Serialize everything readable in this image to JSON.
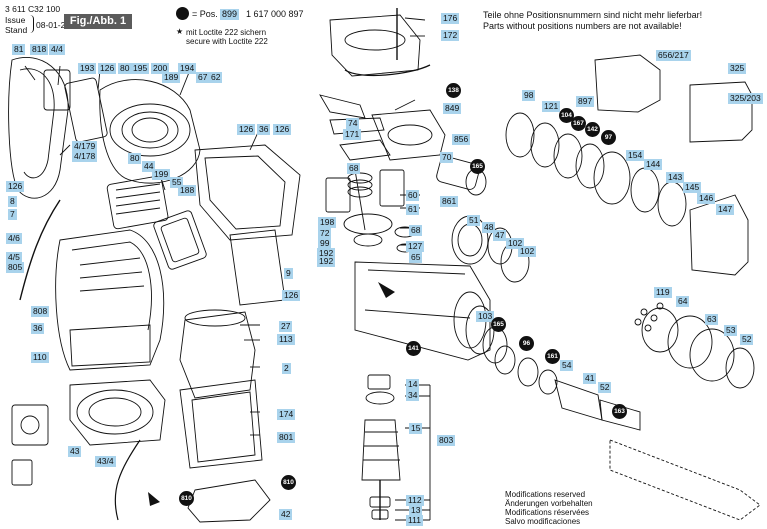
{
  "header": {
    "part_number": "3 611 C32 100",
    "issue_label": "Issue",
    "stand_label": "Stand",
    "issue_date": "08-01-24",
    "figure_label": "Fig./Abb. 1",
    "pos_label": "= Pos.",
    "pos_number": "899",
    "pos_code": "1 617 000 897",
    "loctite_de": "mit Loctite 222 sichern",
    "loctite_en": "secure with Loctite 222",
    "star": "★"
  },
  "notice": {
    "line1": "Teile ohne Positionsnummern sind nicht mehr lieferbar!",
    "line2": "Parts without positions numbers are not available!"
  },
  "footer": {
    "lines": [
      "Modifications reserved",
      "Änderungen vorbehalten",
      "Modifications réservées",
      "Salvo modificaciones"
    ]
  },
  "labels": [
    "81",
    "818",
    "4/4",
    "126",
    "80",
    "195",
    "200",
    "189",
    "194",
    "67",
    "62",
    "193",
    "4/179",
    "4/178",
    "126",
    "36",
    "126",
    "80",
    "44",
    "199",
    "55",
    "188",
    "126",
    "8",
    "7",
    "4/6",
    "4/5",
    "805",
    "9",
    "126",
    "808",
    "36",
    "110",
    "27",
    "113",
    "2",
    "174",
    "801",
    "43",
    "43/4",
    "42",
    "176",
    "172",
    "74",
    "171",
    "68",
    "60",
    "61",
    "861",
    "198",
    "72",
    "99",
    "192",
    "192",
    "68",
    "127",
    "65",
    "849",
    "856",
    "70",
    "98",
    "121",
    "897",
    "656/217",
    "325",
    "325/203",
    "154",
    "144",
    "143",
    "145",
    "146",
    "147",
    "51",
    "48",
    "47",
    "102",
    "102",
    "119",
    "64",
    "63",
    "53",
    "52",
    "103",
    "54",
    "41",
    "52",
    "14",
    "34",
    "15",
    "803",
    "112",
    "13",
    "111"
  ],
  "circles": [
    "138",
    "165",
    "104",
    "167",
    "142",
    "97",
    "165",
    "96",
    "161",
    "141",
    "163",
    "810",
    "810"
  ]
}
